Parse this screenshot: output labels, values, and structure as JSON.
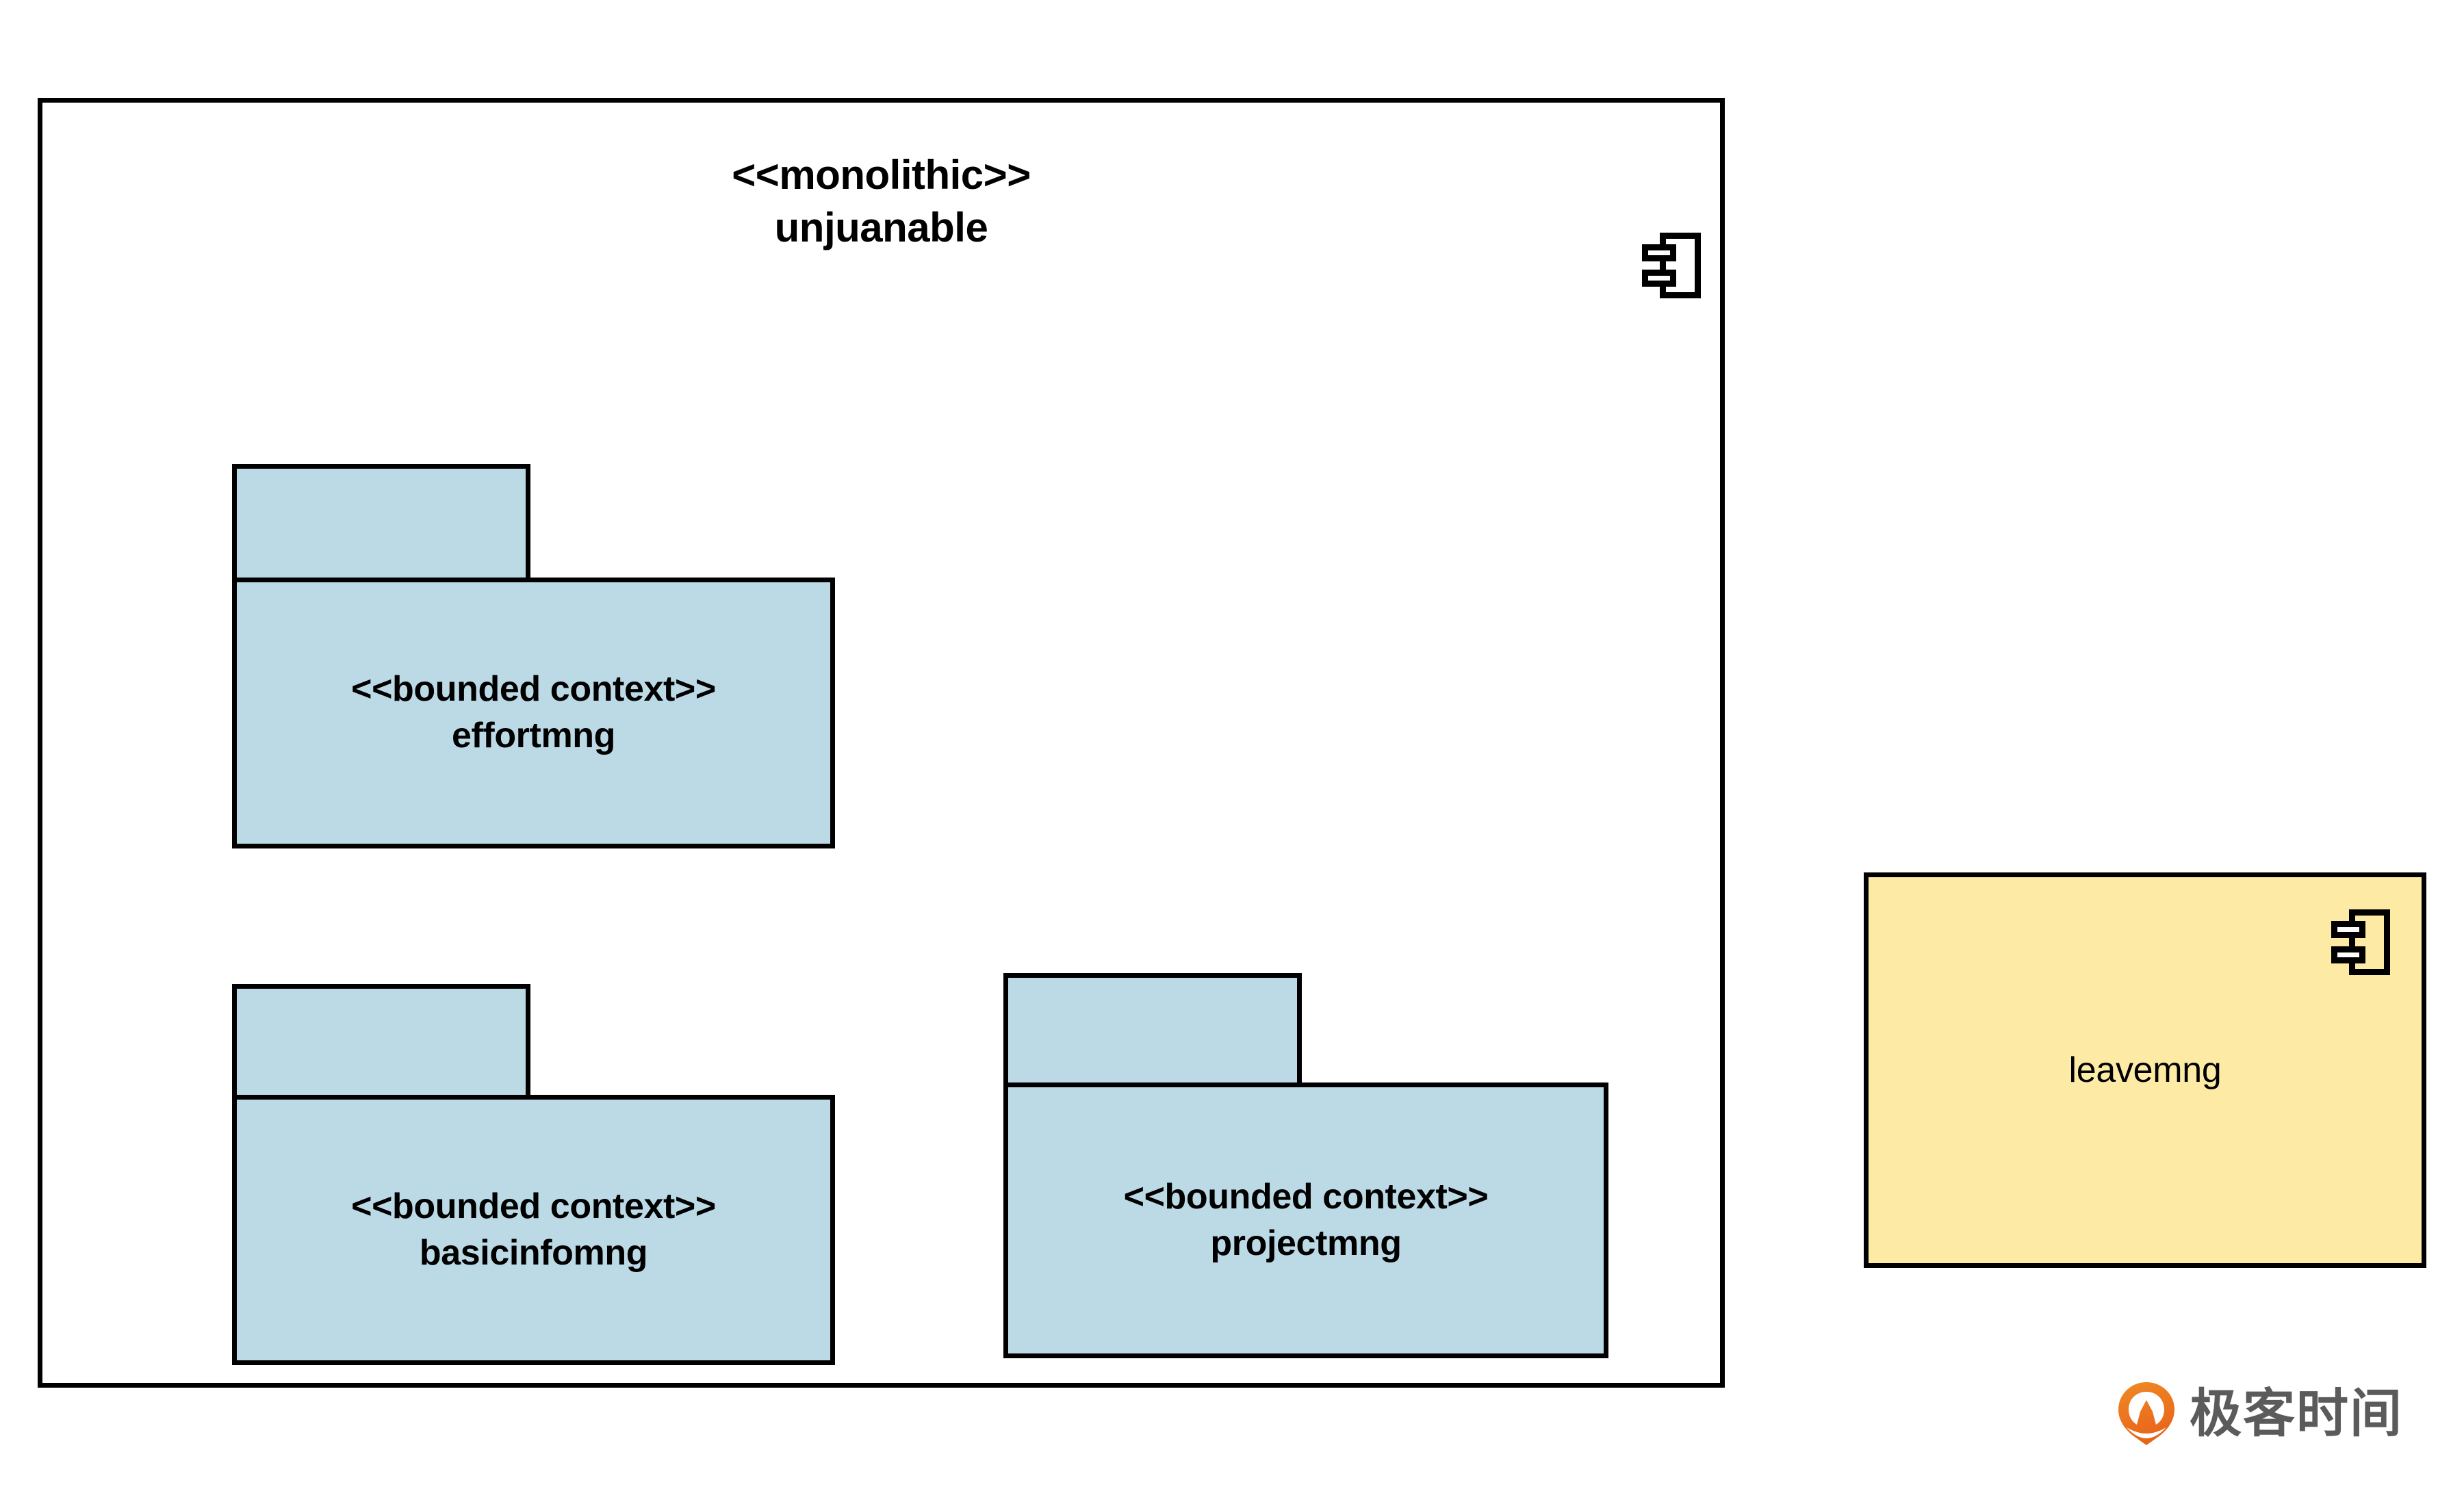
{
  "diagram": {
    "monolith": {
      "stereotype": "<<monolithic>>",
      "name": "unjuanable",
      "icon": "component-icon",
      "border_color": "#000000",
      "fill_color": "#ffffff"
    },
    "packages": [
      {
        "id": "effortmng",
        "stereotype": "<<bounded context>>",
        "name": "effortmng",
        "fill_color": "#bcdae6",
        "border_color": "#000000"
      },
      {
        "id": "basicinfomng",
        "stereotype": "<<bounded context>>",
        "name": "basicinfomng",
        "fill_color": "#bcdae6",
        "border_color": "#000000"
      },
      {
        "id": "projectmng",
        "stereotype": "<<bounded context>>",
        "name": "projectmng",
        "fill_color": "#bcdae6",
        "border_color": "#000000"
      }
    ],
    "external_component": {
      "id": "leavemng",
      "name": "leavemng",
      "icon": "component-icon",
      "fill_color": "#fdeba5",
      "border_color": "#000000"
    }
  },
  "watermark": {
    "text": "极客时间",
    "logo": "geektime-pin-logo",
    "logo_color": "#ef7e22",
    "text_color": "#5b5b5b"
  }
}
